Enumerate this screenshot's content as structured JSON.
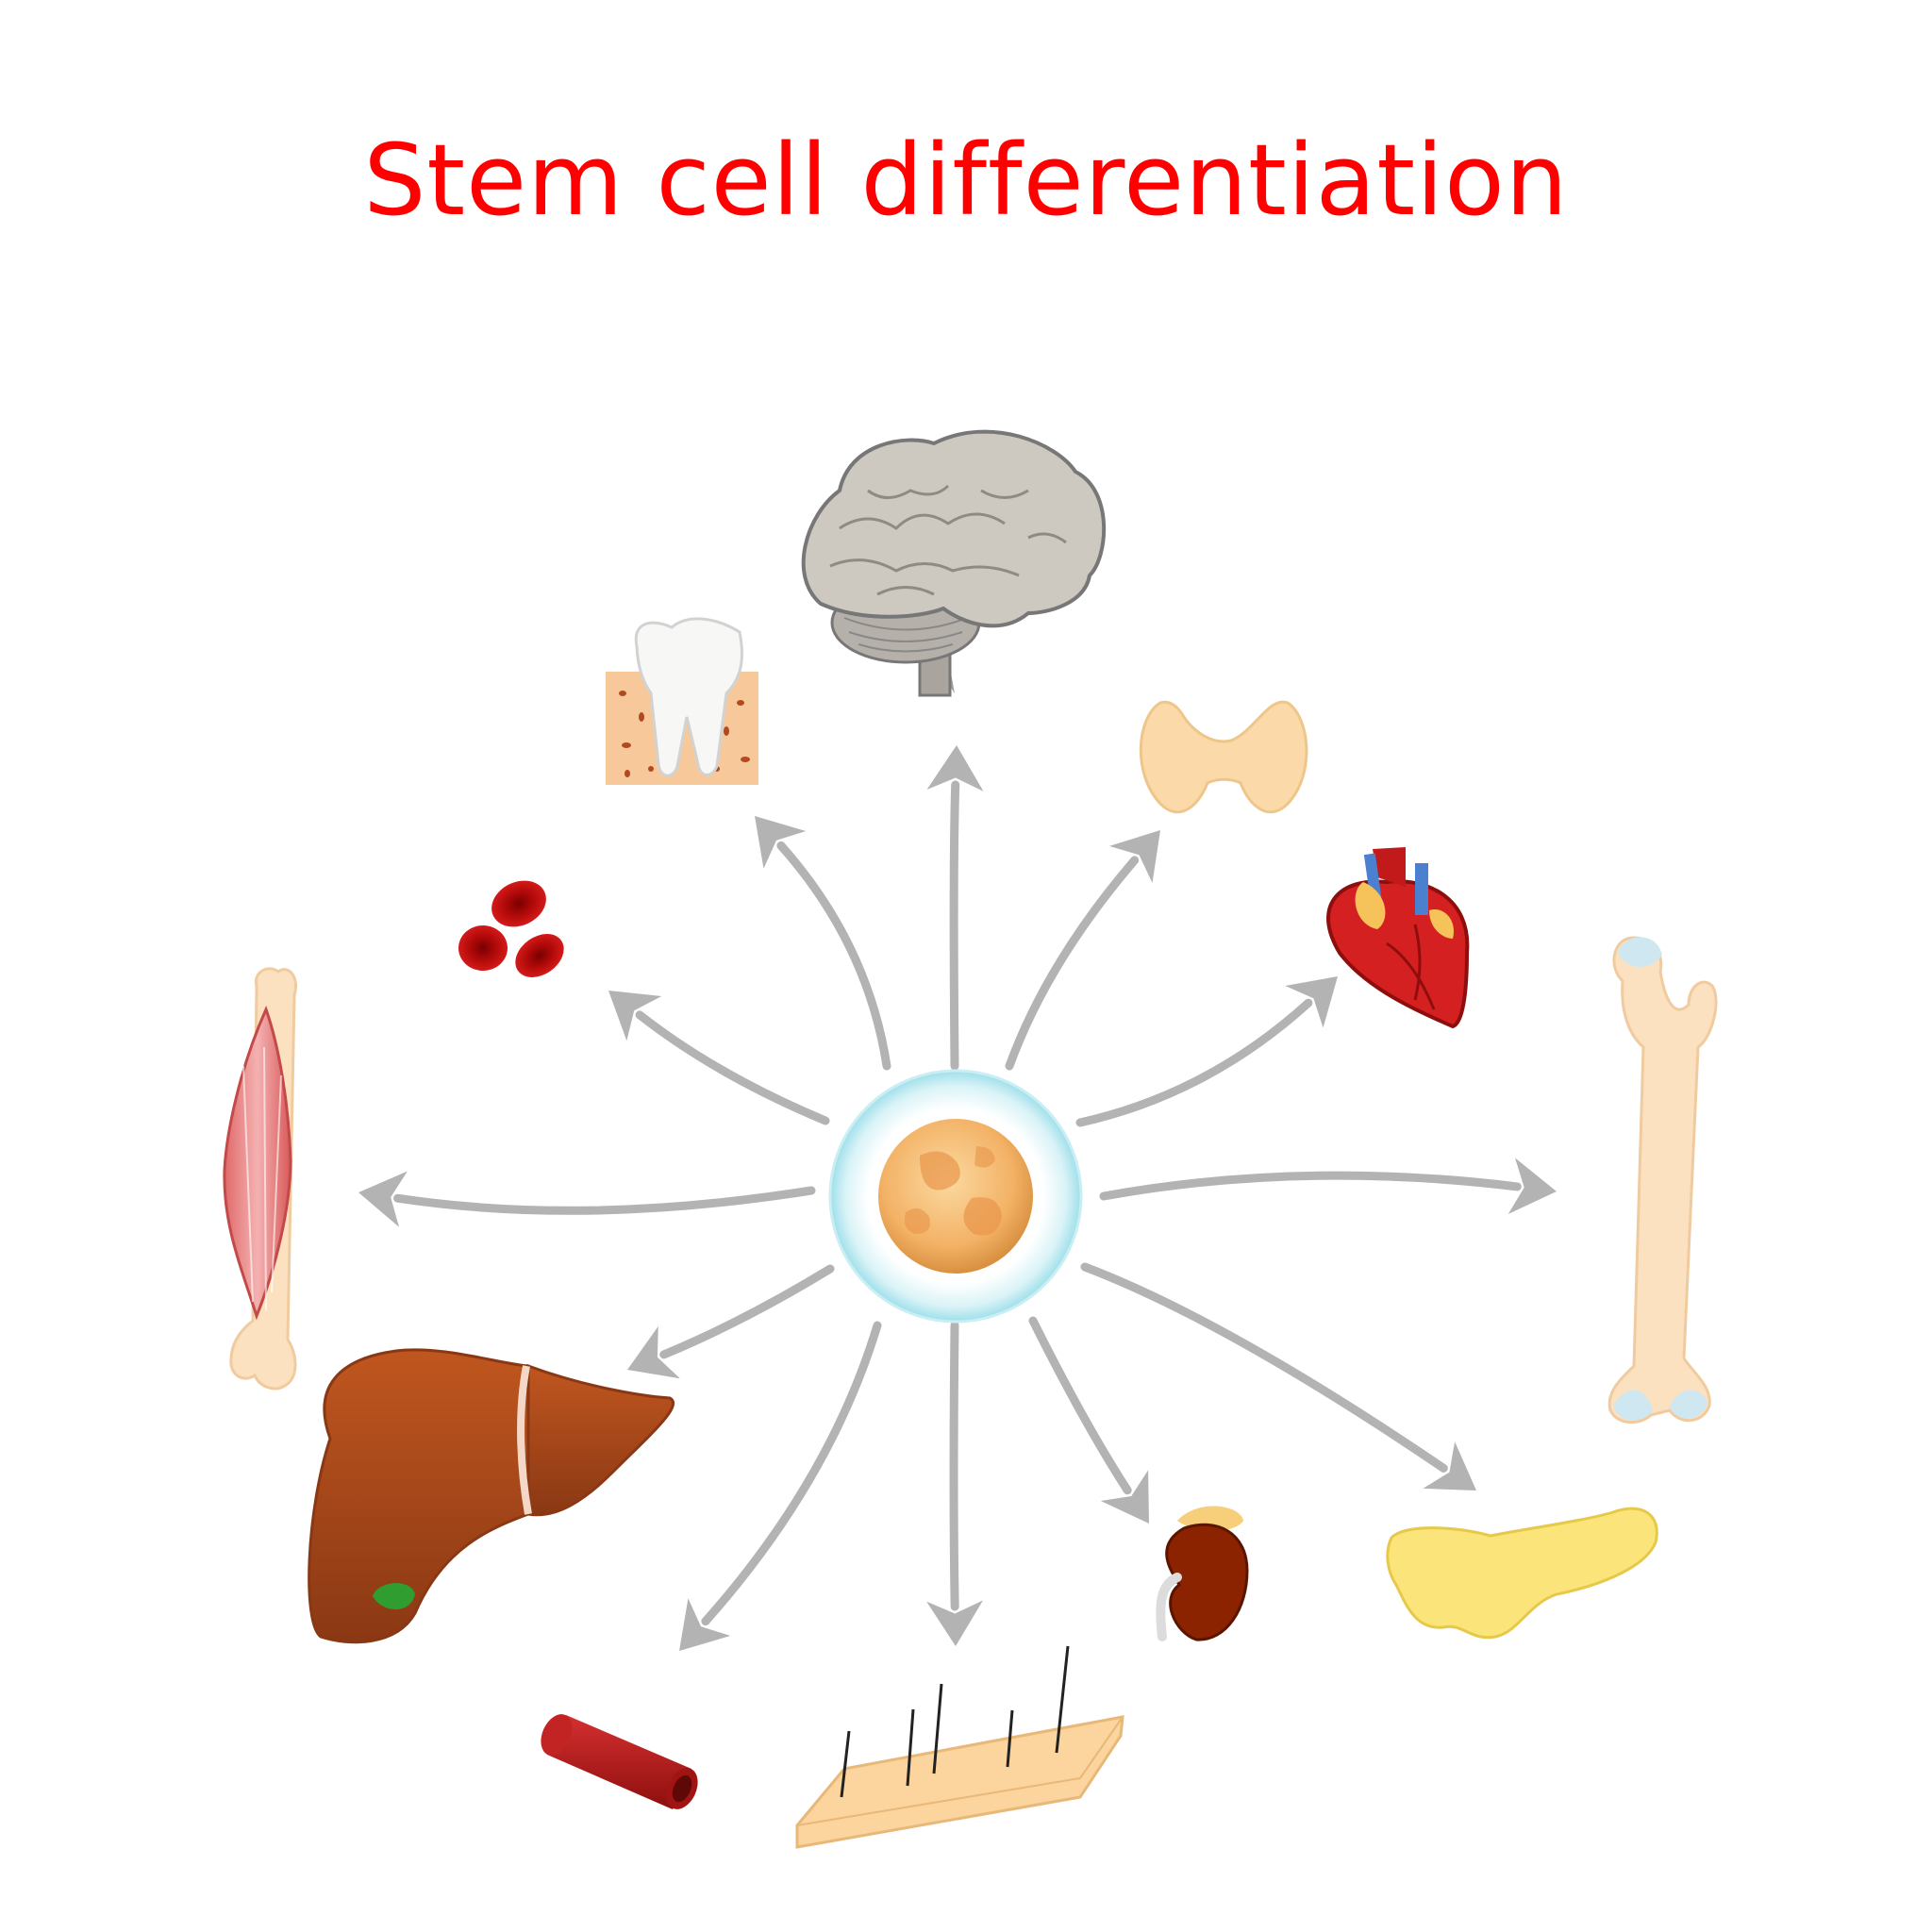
{
  "title": "Stem cell differentiation",
  "colors": {
    "title": "#ff0000",
    "arrow": "#b3b3b3",
    "cell_membrane": "#9edfea",
    "cell_nucleus": "#f0a050"
  },
  "center": {
    "name": "stem-cell"
  },
  "targets": [
    {
      "name": "brain"
    },
    {
      "name": "tooth"
    },
    {
      "name": "thyroid"
    },
    {
      "name": "heart"
    },
    {
      "name": "red-blood-cells"
    },
    {
      "name": "femur-bone"
    },
    {
      "name": "muscle"
    },
    {
      "name": "liver"
    },
    {
      "name": "pancreas"
    },
    {
      "name": "blood-vessel"
    },
    {
      "name": "skin"
    },
    {
      "name": "kidney"
    }
  ]
}
